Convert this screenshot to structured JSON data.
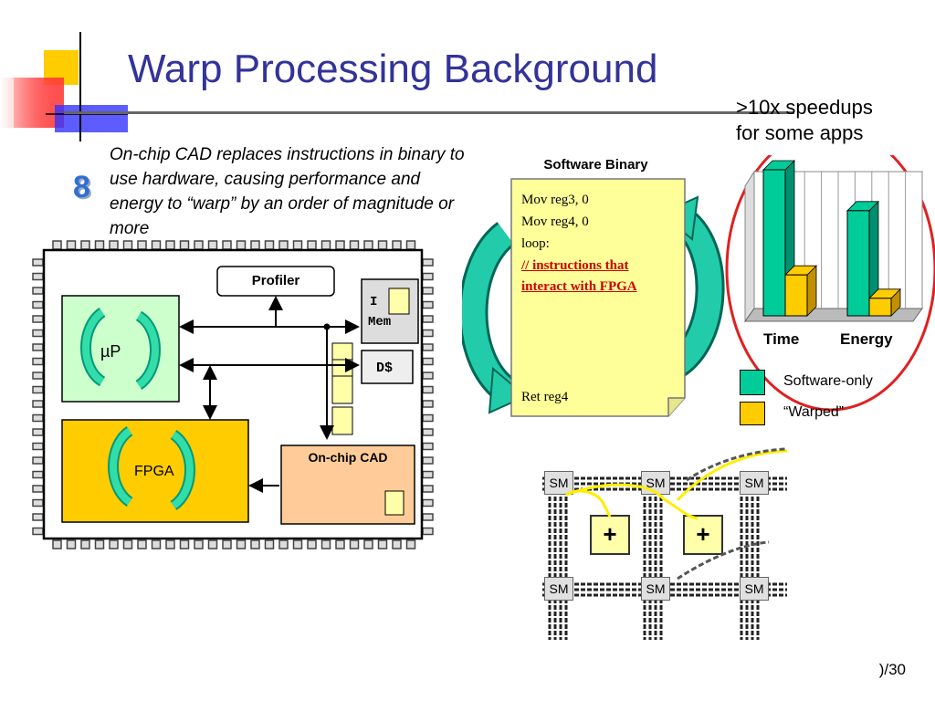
{
  "title": "Warp Processing Background",
  "speedup_note": ">10x speedups\nfor some apps",
  "step_number": "8",
  "description": "On-chip CAD replaces instructions in binary to use hardware, causing performance and energy to “warp” by an order of magnitude or more",
  "chip": {
    "profiler": "Profiler",
    "imem_line1": "I",
    "imem_line2": "Mem",
    "dcache": "D$",
    "up": "µP",
    "fpga": "FPGA",
    "cad": "On-chip CAD"
  },
  "binary": {
    "title": "Software Binary",
    "lines": [
      "Mov reg3, 0",
      "Mov reg4, 0",
      "loop:"
    ],
    "highlight": [
      "// instructions that",
      "interact with FPGA"
    ],
    "last": "Ret reg4"
  },
  "chart_data": {
    "type": "bar",
    "categories": [
      "Time",
      "Energy"
    ],
    "series": [
      {
        "name": "Software-only",
        "values": [
          1.0,
          0.72
        ],
        "color": "#00cc99"
      },
      {
        "name": "“Warped”",
        "values": [
          0.28,
          0.12
        ],
        "color": "#ffcc00"
      }
    ],
    "title": "",
    "xlabel": "",
    "ylabel": ""
  },
  "legend": {
    "software_only": "Software-only",
    "warped": "“Warped”"
  },
  "fabric": {
    "sm_label": "SM",
    "plus": "+"
  },
  "colors": {
    "title": "#333399",
    "software_only": "#00cc99",
    "warped": "#ffcc00",
    "highlight_circle": "#e02020"
  },
  "page_number": ")/30"
}
